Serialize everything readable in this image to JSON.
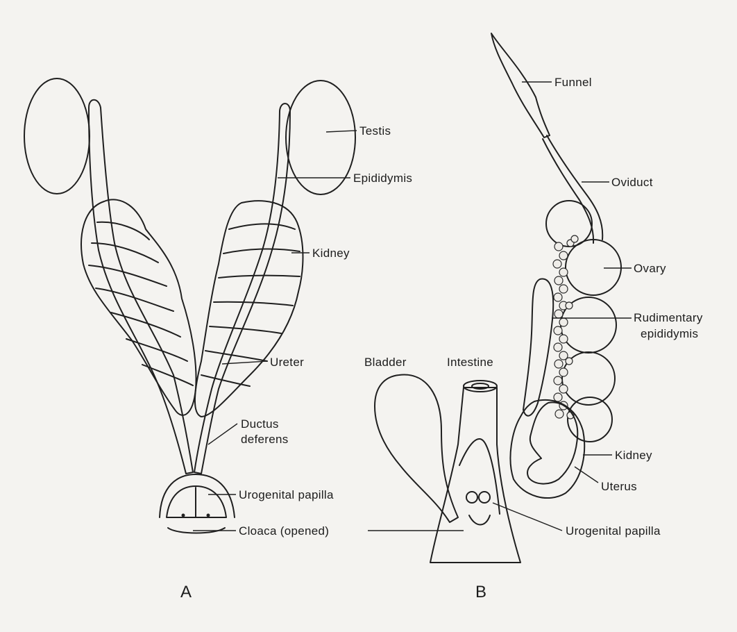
{
  "labels": {
    "a": {
      "testis": "Testis",
      "epididymis": "Epididymis",
      "kidney": "Kidney",
      "ureter": "Ureter",
      "ductus_1": "Ductus",
      "ductus_2": "deferens",
      "urogenital_papilla": "Urogenital papilla",
      "cloaca": "Cloaca (opened)"
    },
    "b": {
      "funnel": "Funnel",
      "oviduct": "Oviduct",
      "ovary": "Ovary",
      "rudimentary_1": "Rudimentary",
      "rudimentary_2": "epididymis",
      "bladder": "Bladder",
      "intestine": "Intestine",
      "kidney": "Kidney",
      "uterus": "Uterus",
      "urogenital_papilla": "Urogenital papilla"
    }
  },
  "panels": {
    "a": "A",
    "b": "B"
  },
  "colors": {
    "paper": "#f4f3f0",
    "ink": "#1f1f1f",
    "tissue": "#e8e6e2"
  }
}
